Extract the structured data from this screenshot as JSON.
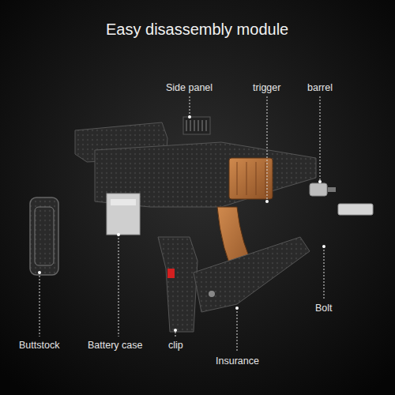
{
  "diagram": {
    "title": "Easy disassembly module",
    "labels": [
      "Side panel",
      "trigger",
      "barrel",
      "Bolt",
      "Buttstock",
      "Battery case",
      "clip",
      "Insurance"
    ]
  }
}
